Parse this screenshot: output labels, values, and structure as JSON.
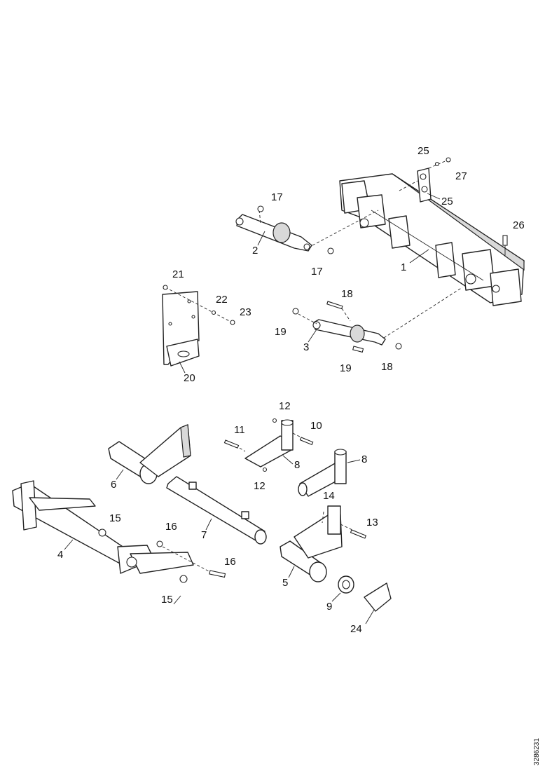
{
  "callouts": [
    {
      "id": "c1",
      "label": "1"
    },
    {
      "id": "c2",
      "label": "2"
    },
    {
      "id": "c3",
      "label": "3"
    },
    {
      "id": "c4",
      "label": "4"
    },
    {
      "id": "c5",
      "label": "5"
    },
    {
      "id": "c6",
      "label": "6"
    },
    {
      "id": "c7",
      "label": "7"
    },
    {
      "id": "c8a",
      "label": "8"
    },
    {
      "id": "c8b",
      "label": "8"
    },
    {
      "id": "c9",
      "label": "9"
    },
    {
      "id": "c10",
      "label": "10"
    },
    {
      "id": "c11",
      "label": "11"
    },
    {
      "id": "c12a",
      "label": "12"
    },
    {
      "id": "c12b",
      "label": "12"
    },
    {
      "id": "c13",
      "label": "13"
    },
    {
      "id": "c14",
      "label": "14"
    },
    {
      "id": "c15a",
      "label": "15"
    },
    {
      "id": "c15b",
      "label": "15"
    },
    {
      "id": "c16a",
      "label": "16"
    },
    {
      "id": "c16b",
      "label": "16"
    },
    {
      "id": "c17a",
      "label": "17"
    },
    {
      "id": "c17b",
      "label": "17"
    },
    {
      "id": "c18a",
      "label": "18"
    },
    {
      "id": "c18b",
      "label": "18"
    },
    {
      "id": "c19a",
      "label": "19"
    },
    {
      "id": "c19b",
      "label": "19"
    },
    {
      "id": "c20",
      "label": "20"
    },
    {
      "id": "c21",
      "label": "21"
    },
    {
      "id": "c22",
      "label": "22"
    },
    {
      "id": "c23",
      "label": "23"
    },
    {
      "id": "c24",
      "label": "24"
    },
    {
      "id": "c25a",
      "label": "25"
    },
    {
      "id": "c25b",
      "label": "25"
    },
    {
      "id": "c26",
      "label": "26"
    },
    {
      "id": "c27",
      "label": "27"
    }
  ],
  "document_id": "3286231"
}
